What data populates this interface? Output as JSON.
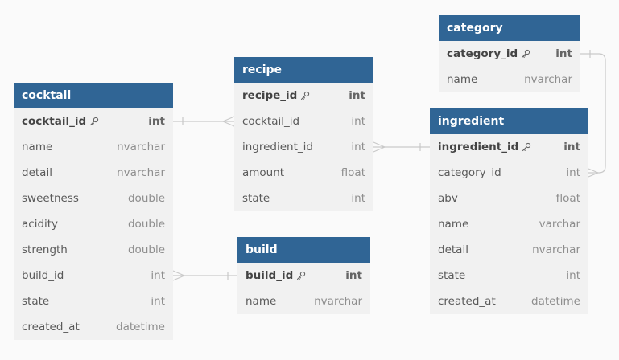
{
  "tables": [
    {
      "id": "cocktail",
      "title": "cocktail",
      "columns": [
        {
          "name": "cocktail_id",
          "type": "int",
          "pk": true
        },
        {
          "name": "name",
          "type": "nvarchar"
        },
        {
          "name": "detail",
          "type": "nvarchar"
        },
        {
          "name": "sweetness",
          "type": "double"
        },
        {
          "name": "acidity",
          "type": "double"
        },
        {
          "name": "strength",
          "type": "double"
        },
        {
          "name": "build_id",
          "type": "int"
        },
        {
          "name": "state",
          "type": "int"
        },
        {
          "name": "created_at",
          "type": "datetime"
        }
      ]
    },
    {
      "id": "recipe",
      "title": "recipe",
      "columns": [
        {
          "name": "recipe_id",
          "type": "int",
          "pk": true
        },
        {
          "name": "cocktail_id",
          "type": "int"
        },
        {
          "name": "ingredient_id",
          "type": "int"
        },
        {
          "name": "amount",
          "type": "float"
        },
        {
          "name": "state",
          "type": "int"
        }
      ]
    },
    {
      "id": "build",
      "title": "build",
      "columns": [
        {
          "name": "build_id",
          "type": "int",
          "pk": true
        },
        {
          "name": "name",
          "type": "nvarchar"
        }
      ]
    },
    {
      "id": "category",
      "title": "category",
      "columns": [
        {
          "name": "category_id",
          "type": "int",
          "pk": true
        },
        {
          "name": "name",
          "type": "nvarchar"
        }
      ]
    },
    {
      "id": "ingredient",
      "title": "ingredient",
      "columns": [
        {
          "name": "ingredient_id",
          "type": "int",
          "pk": true
        },
        {
          "name": "category_id",
          "type": "int"
        },
        {
          "name": "abv",
          "type": "float"
        },
        {
          "name": "name",
          "type": "varchar"
        },
        {
          "name": "detail",
          "type": "nvarchar"
        },
        {
          "name": "state",
          "type": "int"
        },
        {
          "name": "created_at",
          "type": "datetime"
        }
      ]
    }
  ],
  "relations": [
    {
      "from_table": "cocktail",
      "from_column": "cocktail_id",
      "to_table": "recipe",
      "to_column": "cocktail_id",
      "cardinality": "one-to-many"
    },
    {
      "from_table": "ingredient",
      "from_column": "ingredient_id",
      "to_table": "recipe",
      "to_column": "ingredient_id",
      "cardinality": "one-to-many"
    },
    {
      "from_table": "build",
      "from_column": "build_id",
      "to_table": "cocktail",
      "to_column": "build_id",
      "cardinality": "one-to-many"
    },
    {
      "from_table": "category",
      "from_column": "category_id",
      "to_table": "ingredient",
      "to_column": "category_id",
      "cardinality": "one-to-many"
    }
  ],
  "icons": {
    "primary_key": "key-icon"
  },
  "colors": {
    "header": "#306595",
    "header_text": "#ffffff",
    "table_body": "#f1f1f1",
    "edge": "#c9c9c9",
    "background": "#fafafa"
  }
}
